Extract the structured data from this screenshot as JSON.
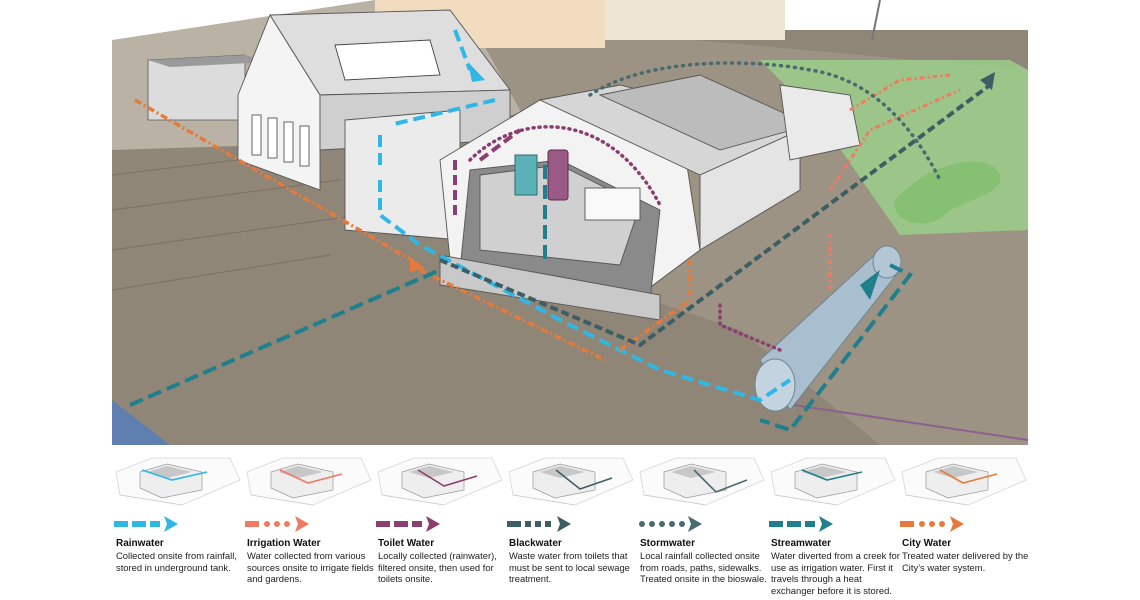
{
  "colors": {
    "rainwater": "#2fb8e6",
    "irrigation": "#f07a62",
    "toilet": "#8a3f6e",
    "blackwater": "#3d5e62",
    "stormwater": "#4a6a70",
    "streamwater": "#1f7f8c",
    "city": "#e57a3c",
    "ground": "#a89c8e",
    "lawn": "#9ccf8a",
    "building": "#efefef",
    "tank": "#a9bfcf"
  },
  "legend": [
    {
      "key": "rainwater",
      "title": "Rainwater",
      "desc": "Collected onsite from rainfall, stored in underground tank.",
      "arrow_style": "dash",
      "icon": "arrow-dash-icon"
    },
    {
      "key": "irrigation",
      "title": "Irrigation Water",
      "desc": "Water collected from various sources onsite to irrigate fields and gardens.",
      "arrow_style": "dash-dots",
      "icon": "arrow-dash-dots-icon"
    },
    {
      "key": "toilet",
      "title": "Toilet Water",
      "desc": "Locally collected (rainwater), filtered onsite, then used for toilets onsite.",
      "arrow_style": "dash",
      "icon": "arrow-dash-icon"
    },
    {
      "key": "blackwater",
      "title": "Blackwater",
      "desc": "Waste water from toilets that must be sent to local sewage treatment.",
      "arrow_style": "dash-squares",
      "icon": "arrow-dash-squares-icon"
    },
    {
      "key": "stormwater",
      "title": "Stormwater",
      "desc": "Local rainfall collected onsite from roads, paths, sidewalks. Treated onsite in the bioswale.",
      "arrow_style": "dots",
      "icon": "arrow-dots-icon"
    },
    {
      "key": "streamwater",
      "title": "Streamwater",
      "desc": "Water diverted from a creek for use as irrigation water. First  it travels through a heat exchanger before it is stored.",
      "arrow_style": "dash",
      "icon": "arrow-dash-icon"
    },
    {
      "key": "city",
      "title": "City Water",
      "desc": "Treated water delivered by the City’s water system.",
      "arrow_style": "dash-dots",
      "icon": "arrow-dash-dots-icon"
    }
  ]
}
